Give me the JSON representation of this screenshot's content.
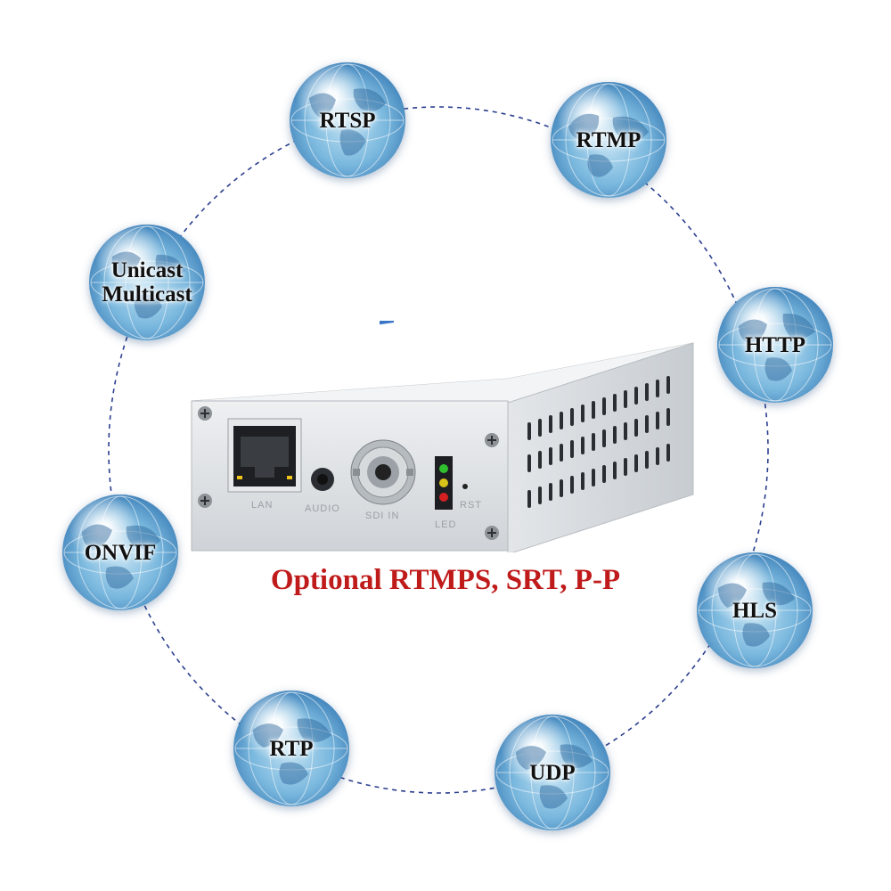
{
  "headline": "Optional RTMPS, SRT, P-P",
  "protocols": [
    {
      "label": "RTSP"
    },
    {
      "label": "RTMP"
    },
    {
      "label": "Unicast\nMulticast"
    },
    {
      "label": "HTTP"
    },
    {
      "label": "ONVIF"
    },
    {
      "label": "HLS"
    },
    {
      "label": "RTP"
    },
    {
      "label": "UDP"
    }
  ],
  "device": {
    "ports": {
      "lan": "LAN",
      "audio": "AUDIO",
      "sdi_in": "SDI IN",
      "led": "LED",
      "rst": "RST"
    }
  },
  "colors": {
    "headline": "#c01b1b",
    "ring": "#2b3f8f",
    "globe": "#3c7fb8",
    "led_green": "#2fbf2f",
    "led_yellow": "#d9c21a",
    "led_red": "#d42020"
  }
}
